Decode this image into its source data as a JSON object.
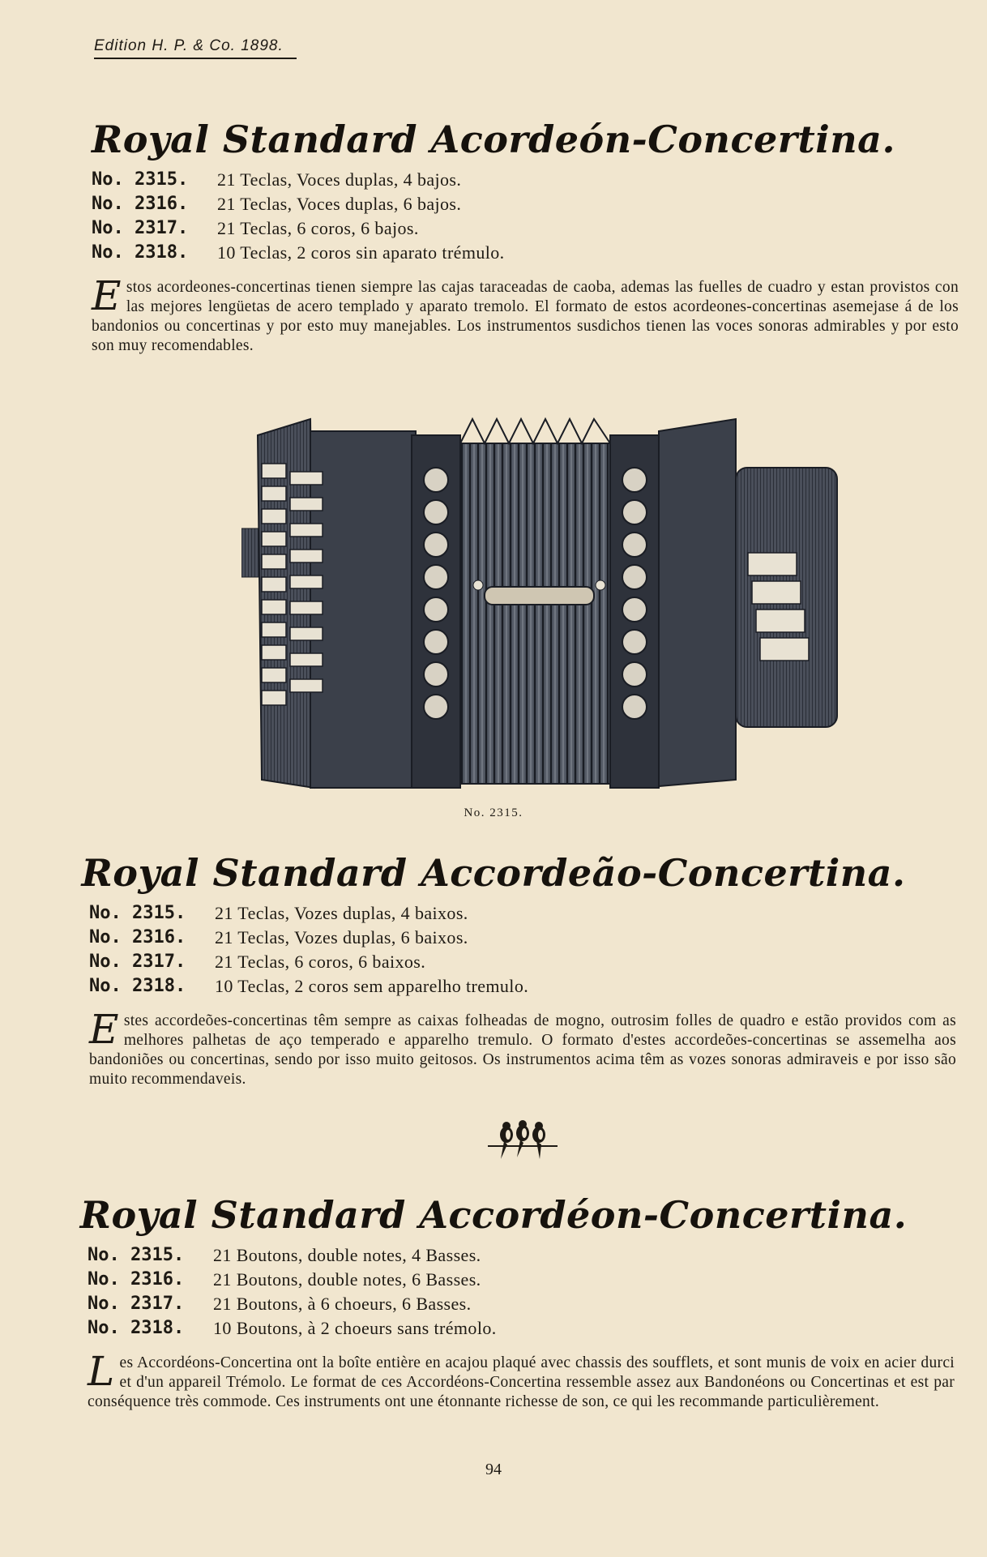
{
  "header": {
    "edition": "Edition H. P. & Co. 1898."
  },
  "sections": [
    {
      "title": "Royal Standard Acordeón-Concertina.",
      "items": [
        {
          "no": "No. 2315.",
          "desc": "21 Teclas, Voces duplas, 4 bajos."
        },
        {
          "no": "No. 2316.",
          "desc": "21 Teclas, Voces duplas, 6 bajos."
        },
        {
          "no": "No. 2317.",
          "desc": "21 Teclas, 6 coros, 6 bajos."
        },
        {
          "no": "No. 2318.",
          "desc": "10 Teclas, 2 coros sin aparato trémulo."
        }
      ],
      "dropcap": "E",
      "paragraph": "stos acordeones-concertinas tienen siempre las cajas taraceadas de caoba, ademas las fuelles de cuadro y estan provistos con las mejores lengüetas de acero templado y aparato tremolo. El formato de estos acordeones-concertinas asemejase á de los bandonios ou concertinas y por esto muy manejables. Los instrumentos susdichos tienen las voces sonoras admirables y por esto son muy recomendables."
    },
    {
      "title": "Royal Standard Accordeão-Concertina.",
      "items": [
        {
          "no": "No. 2315.",
          "desc": "21 Teclas, Vozes duplas, 4 baixos."
        },
        {
          "no": "No. 2316.",
          "desc": "21 Teclas, Vozes duplas, 6 baixos."
        },
        {
          "no": "No. 2317.",
          "desc": "21 Teclas, 6 coros, 6 baixos."
        },
        {
          "no": "No. 2318.",
          "desc": "10 Teclas, 2 coros sem apparelho tremulo."
        }
      ],
      "dropcap": "E",
      "paragraph": "stes accordeões-concertinas têm sempre as caixas folheadas de mogno, outrosim folles de quadro e estão providos com as melhores palhetas de aço temperado e apparelho tremulo. O formato d'estes accordeões-concertinas se assemelha aos bandoniões ou concertinas, sendo por isso muito geitosos. Os instrumentos acima têm as vozes sonoras admiraveis e por isso são muito recommendaveis."
    },
    {
      "title": "Royal Standard Accordéon-Concertina.",
      "items": [
        {
          "no": "No. 2315.",
          "desc": "21 Boutons, double notes, 4 Basses."
        },
        {
          "no": "No. 2316.",
          "desc": "21 Boutons, double notes, 6 Basses."
        },
        {
          "no": "No. 2317.",
          "desc": "21 Boutons, à 6 choeurs, 6 Basses."
        },
        {
          "no": "No. 2318.",
          "desc": "10 Boutons, à 2 choeurs sans trémolo."
        }
      ],
      "dropcap": "L",
      "paragraph": "es Accordéons-Concertina ont la boîte entière en acajou plaqué avec chassis des soufflets, et sont munis de voix en acier durci et d'un appareil Trémolo. Le format de ces Accordéons-Concertina ressemble assez aux Bandonéons ou Concertinas et est par conséquence très commode. Ces instruments ont une étonnante richesse de son, ce qui les recommande particulièrement."
    }
  ],
  "figure": {
    "caption": "No. 2315.",
    "icon": "accordion-engraving"
  },
  "ornament": {
    "icon": "three-birds-ornament"
  },
  "page_number": "94",
  "colors": {
    "paper": "#f1e6cf",
    "ink": "#1e1a14",
    "engraving": "#2e3440"
  }
}
